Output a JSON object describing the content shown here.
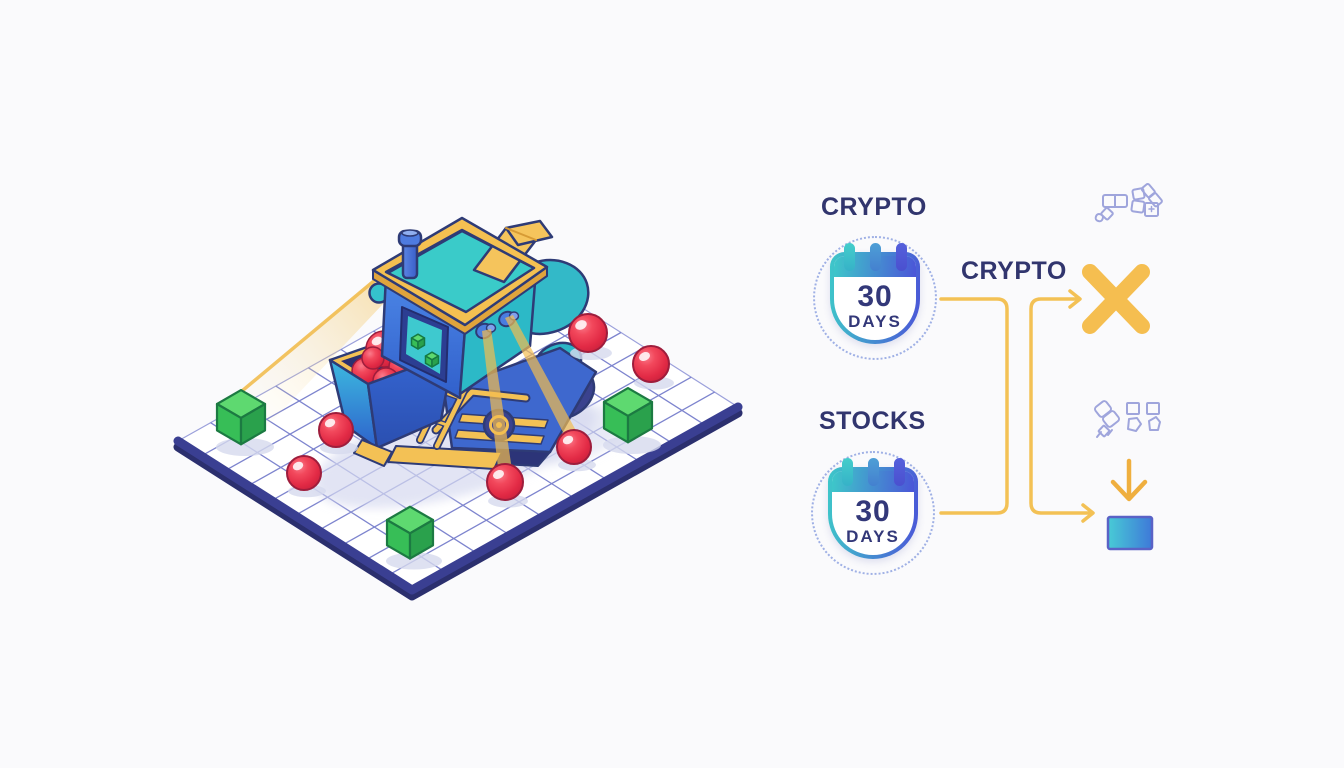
{
  "illustration": {
    "alt": "Isometric harvester robot on a white grid platform collecting red spheres among green cubes, with yellow scanning beams",
    "object_counts": {
      "red_spheres_on_grid": 6,
      "red_spheres_in_bin": 5,
      "green_cubes_on_grid": 3
    }
  },
  "flow": {
    "crypto_heading": "CRYPTO",
    "stocks_heading": "STOCKS",
    "branch_label": "CRYPTO",
    "calendars": [
      {
        "name": "crypto-calendar",
        "value": "30",
        "unit": "DAYS"
      },
      {
        "name": "stocks-calendar",
        "value": "30",
        "unit": "DAYS"
      }
    ],
    "icons": {
      "rejected": "x-icon",
      "accepted": "down-arrow-into-square",
      "decorative": [
        "glyph-cluster-top",
        "glyph-cluster-bottom",
        "calendar-icon",
        "calendar-icon"
      ]
    }
  },
  "colors": {
    "background": "#FAFAFC",
    "accent_gold": "#F3C155",
    "x_gold": "#F5BE50",
    "navy_text": "#31356E",
    "lavender_glyphs": "#9FA5DC",
    "teal": "#3EC8C9",
    "indigo": "#4B55D8",
    "sphere_red": "#E02A46",
    "cube_green": "#3CC75C",
    "grid_line": "#767DCB",
    "platform_border": "#3A3F92",
    "square_gradient": [
      "#48CBD6",
      "#3E79D8"
    ]
  }
}
